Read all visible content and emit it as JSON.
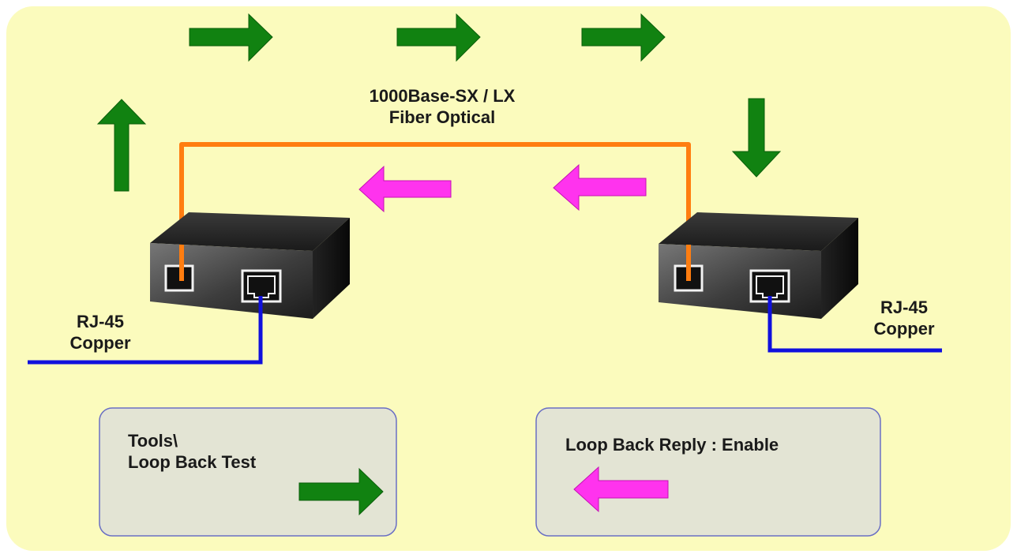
{
  "diagram": {
    "fiber_label": {
      "line1": "1000Base-SX / LX",
      "line2": "Fiber Optical"
    },
    "left_copper_label": {
      "line1": "RJ-45",
      "line2": "Copper"
    },
    "right_copper_label": {
      "line1": "RJ-45",
      "line2": "Copper"
    },
    "left_panel": {
      "line1": "Tools\\",
      "line2": "Loop Back Test"
    },
    "right_panel": {
      "line1": "Loop Back Reply : Enable"
    }
  },
  "colors": {
    "background": "#fbfbbd",
    "panel_fill": "#e3e4d4",
    "panel_border": "#6a6fc4",
    "fiber": "#ff7d10",
    "copper": "#1010dd",
    "arrow_green": "#118211",
    "arrow_magenta": "#ff33ee",
    "device_body": "#1a1a1a"
  },
  "icons": {
    "forward_arrow": "green-right-arrow",
    "up_arrow": "green-up-arrow",
    "down_arrow": "green-down-arrow",
    "return_arrow": "magenta-left-arrow",
    "device": "media-converter",
    "fiber_port": "fiber-port",
    "rj45_port": "rj45-port"
  }
}
